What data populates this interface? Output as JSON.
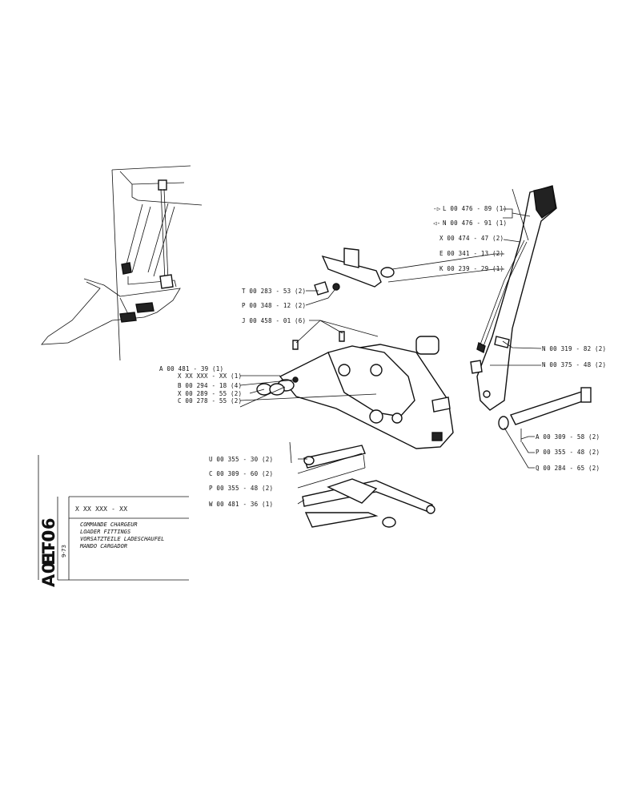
{
  "document": {
    "code_left": "ET06",
    "code_right": "A01-0",
    "date": "9-73",
    "ref_code": "X XX XXX - XX",
    "titles": [
      "COMMANDE CHARGEUR",
      "LOADER FITTINGS",
      "VORSATZTEILE LADESCHAUFEL",
      "MANDO CARGADOR"
    ]
  },
  "callouts_right": [
    "L 00 476 - 89 (1)",
    "N 00 476 - 91 (1)",
    "X 00 474 - 47 (2)",
    "E 00 341 - 13 (2)",
    "K 00 239 - 29 (1)",
    "N 00 319 - 82 (2)",
    "N 00 375 - 48 (2)",
    "A 00 309 - 58 (2)",
    "P 00 355 - 48 (2)",
    "Q 00 284 - 65 (2)"
  ],
  "callouts_left": [
    "T 00 283 - 53 (2)",
    "P 00 348 - 12 (2)",
    "J 00 458 - 01 (6)",
    "A 00 481 - 39 (1)",
    "X XX XXX - XX (1)",
    "B 00 294 - 18 (4)",
    "X 00 289 - 55 (2)",
    "C 00 278 - 55 (2)",
    "U 00 355 - 30 (2)",
    "C 00 309 - 60 (2)",
    "P 00 355 - 48 (2)",
    "W 00 481 - 36 (1)"
  ]
}
